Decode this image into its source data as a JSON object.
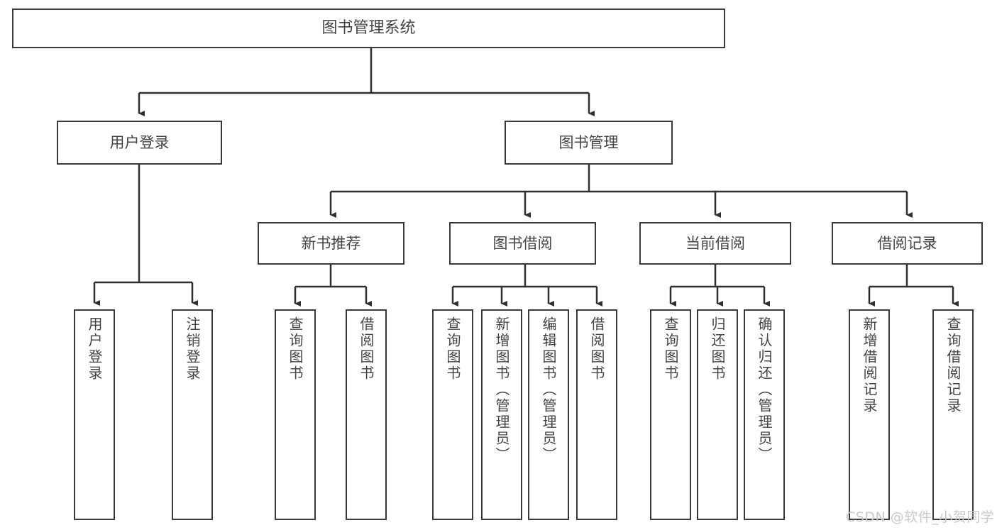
{
  "diagram": {
    "title": "图书管理系统",
    "type": "hierarchy-tree",
    "root": {
      "label": "图书管理系统"
    },
    "level2": [
      {
        "label": "用户登录"
      },
      {
        "label": "图书管理"
      }
    ],
    "level3": [
      {
        "label": "新书推荐"
      },
      {
        "label": "图书借阅"
      },
      {
        "label": "当前借阅"
      },
      {
        "label": "借阅记录"
      }
    ],
    "leaves": {
      "user_login": [
        {
          "label": "用户登录"
        },
        {
          "label": "注销登录"
        }
      ],
      "new_book_recommend": [
        {
          "label": "查询图书"
        },
        {
          "label": "借阅图书"
        }
      ],
      "book_borrow": [
        {
          "label": "查询图书"
        },
        {
          "label": "新增图书（管理员）"
        },
        {
          "label": "编辑图书（管理员）"
        },
        {
          "label": "借阅图书"
        }
      ],
      "current_borrow": [
        {
          "label": "查询图书"
        },
        {
          "label": "归还图书"
        },
        {
          "label": "确认归还（管理员）"
        }
      ],
      "borrow_record": [
        {
          "label": "新增借阅记录"
        },
        {
          "label": "查询借阅记录"
        }
      ]
    }
  },
  "watermark": {
    "text": "CSDN @软件_小贺同学"
  },
  "colors": {
    "box_border": "#3a3a3a",
    "text": "#444444",
    "line": "#2f2f2f",
    "background": "#ffffff",
    "watermark": "#c9c9c9"
  }
}
